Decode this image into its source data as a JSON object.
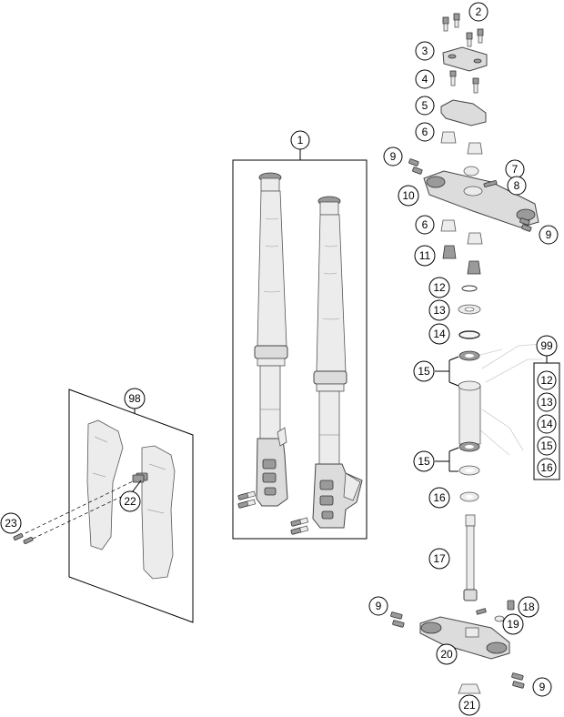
{
  "diagram": {
    "callouts": [
      {
        "id": "c1",
        "label": "1"
      },
      {
        "id": "c2",
        "label": "2"
      },
      {
        "id": "c3",
        "label": "3"
      },
      {
        "id": "c4",
        "label": "4"
      },
      {
        "id": "c5",
        "label": "5"
      },
      {
        "id": "c6a",
        "label": "6"
      },
      {
        "id": "c6b",
        "label": "6"
      },
      {
        "id": "c7",
        "label": "7"
      },
      {
        "id": "c8",
        "label": "8"
      },
      {
        "id": "c9a",
        "label": "9"
      },
      {
        "id": "c9b",
        "label": "9"
      },
      {
        "id": "c9c",
        "label": "9"
      },
      {
        "id": "c9d",
        "label": "9"
      },
      {
        "id": "c10",
        "label": "10"
      },
      {
        "id": "c11",
        "label": "11"
      },
      {
        "id": "c12",
        "label": "12"
      },
      {
        "id": "c13",
        "label": "13"
      },
      {
        "id": "c14",
        "label": "14"
      },
      {
        "id": "c15a",
        "label": "15"
      },
      {
        "id": "c15b",
        "label": "15"
      },
      {
        "id": "c16",
        "label": "16"
      },
      {
        "id": "c17",
        "label": "17"
      },
      {
        "id": "c18",
        "label": "18"
      },
      {
        "id": "c19",
        "label": "19"
      },
      {
        "id": "c20",
        "label": "20"
      },
      {
        "id": "c21",
        "label": "21"
      },
      {
        "id": "c22",
        "label": "22"
      },
      {
        "id": "c23",
        "label": "23"
      },
      {
        "id": "c98",
        "label": "98"
      }
    ],
    "kit_99": {
      "header": "99",
      "items": [
        "12",
        "13",
        "14",
        "15",
        "16"
      ]
    }
  }
}
